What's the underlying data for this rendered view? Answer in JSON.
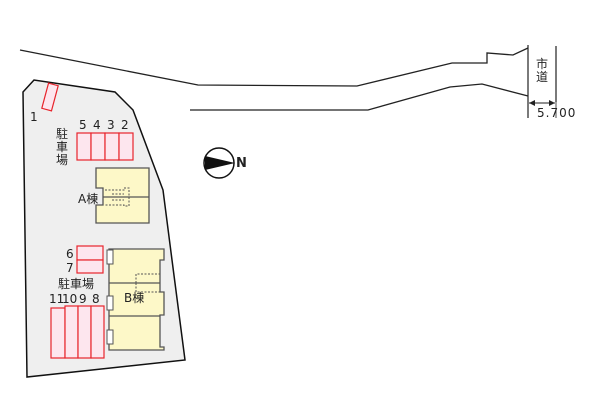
{
  "map": {
    "type": "site plan",
    "road": {
      "label": "市道",
      "width_label": "5.700",
      "width_chars": [
        "5",
        ".",
        "7",
        "0",
        "0"
      ]
    },
    "compass": {
      "label": "N",
      "direction": "east"
    },
    "buildings": [
      {
        "id": "A",
        "label": "A棟"
      },
      {
        "id": "B",
        "label": "B棟"
      }
    ],
    "parking_labels": [
      {
        "id": "upper",
        "label": "駐車場",
        "chars": [
          "駐",
          "車",
          "場"
        ]
      },
      {
        "id": "lower",
        "label": "駐車場"
      }
    ],
    "parking_spaces": [
      {
        "number": "1"
      },
      {
        "number": "2"
      },
      {
        "number": "3"
      },
      {
        "number": "4"
      },
      {
        "number": "5"
      },
      {
        "number": "6"
      },
      {
        "number": "7"
      },
      {
        "number": "8"
      },
      {
        "number": "9"
      },
      {
        "number": "10"
      },
      {
        "number": "11"
      }
    ],
    "colors": {
      "site_fill": "#efefef",
      "outline": "#000000",
      "building_fill": "#fdf8c8",
      "building_stroke": "#555555",
      "parking_fill": "#fde6ee",
      "parking_stroke": "#e8242c"
    }
  }
}
